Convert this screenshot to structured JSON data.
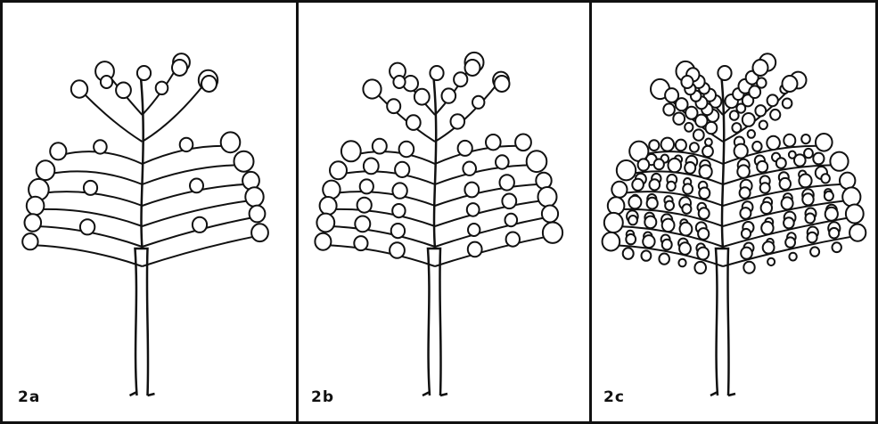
{
  "panels": [
    {
      "id": "a",
      "label": "2a",
      "stage": 1
    },
    {
      "id": "b",
      "label": "2b",
      "stage": 2
    },
    {
      "id": "c",
      "label": "2c",
      "stage": 3
    }
  ],
  "colors": {
    "ink": "#111111",
    "paper": "#ffffff"
  }
}
